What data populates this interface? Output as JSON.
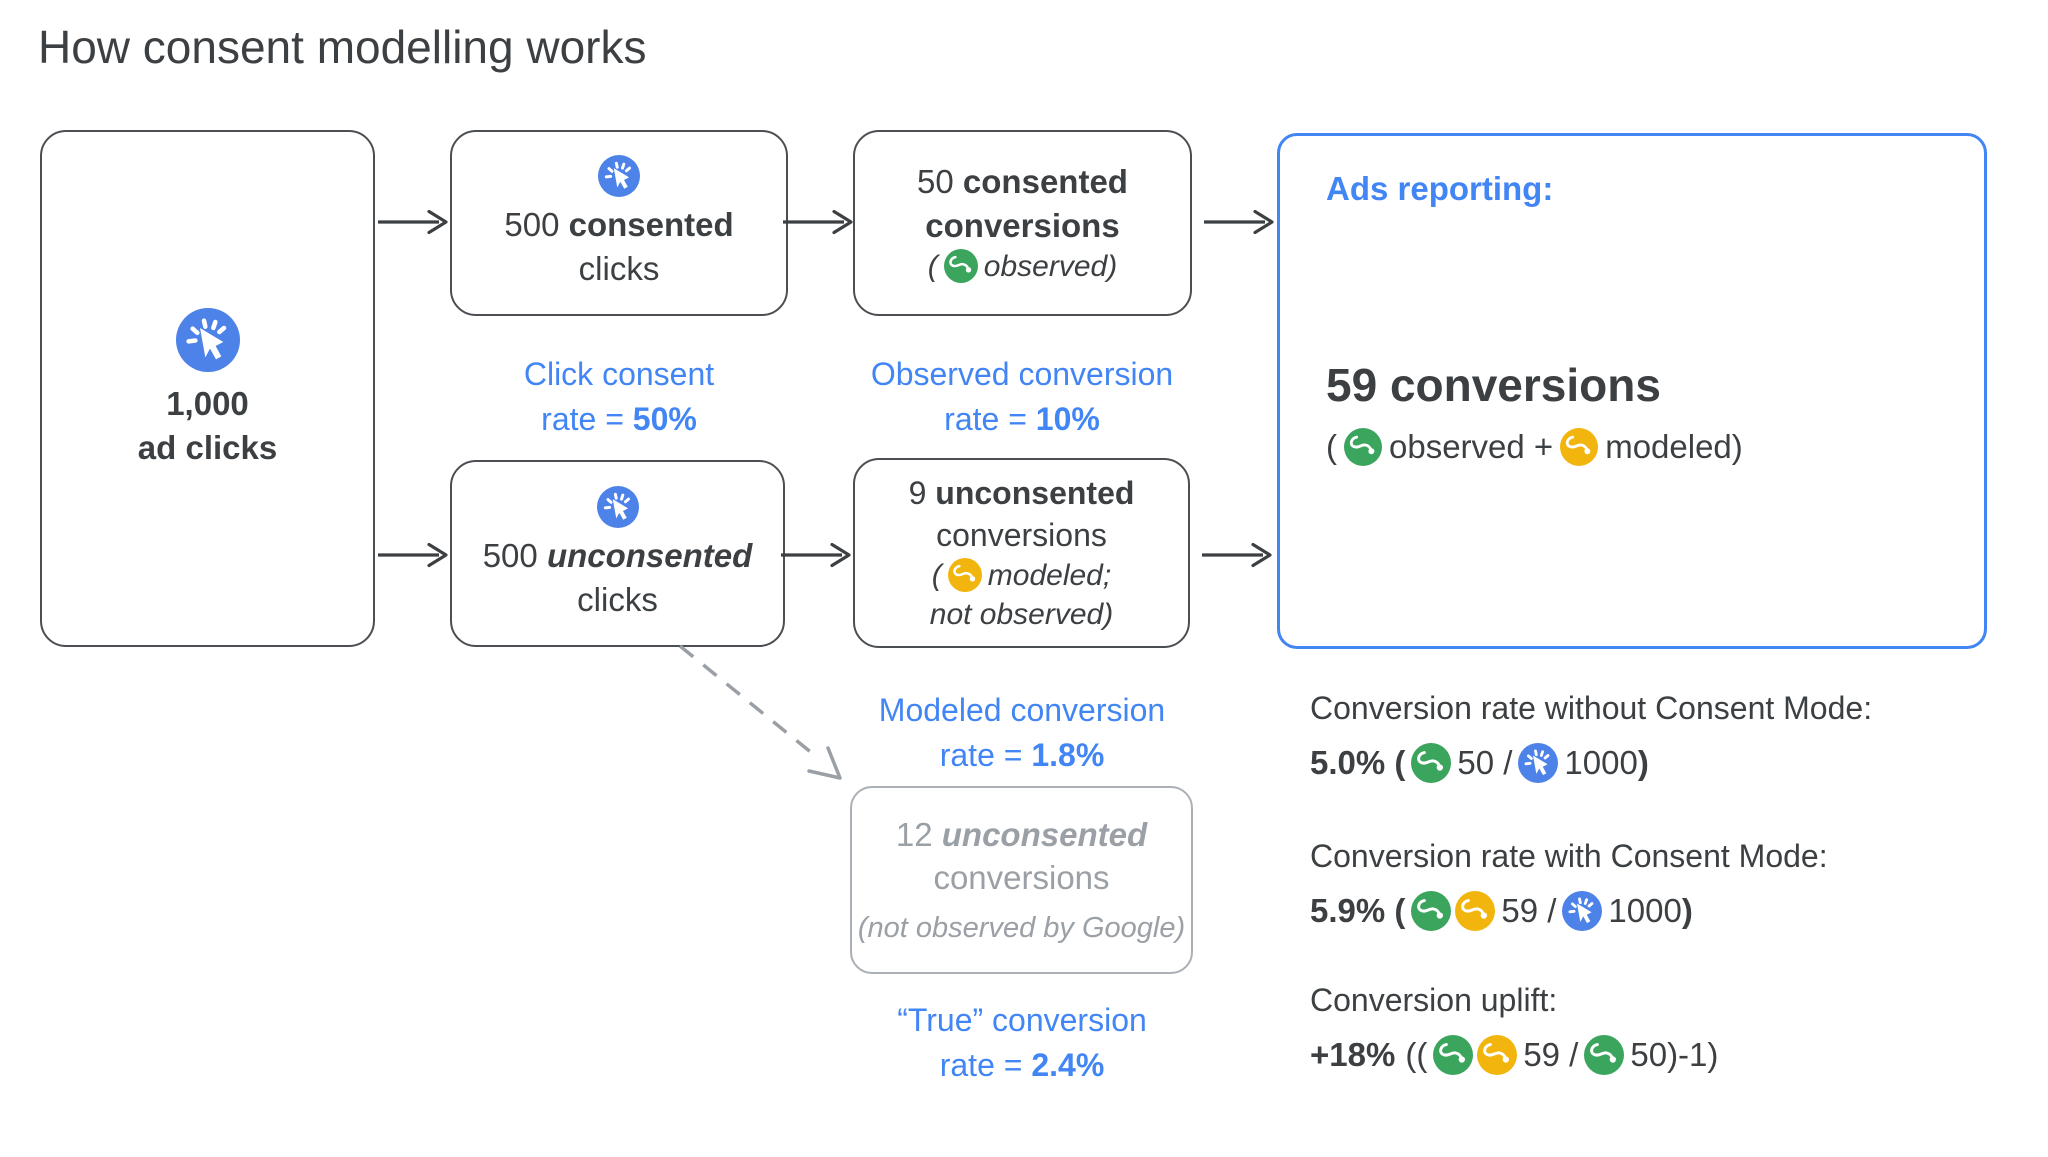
{
  "title": "How consent modelling works",
  "colors": {
    "accent_blue": "#4285f4",
    "icon_blue": "#4d82e8",
    "icon_green": "#3ba45d",
    "icon_yellow": "#f2b50e",
    "dark_text": "#3c4043",
    "gray_text": "#9aa0a6"
  },
  "boxes": {
    "ad_clicks": {
      "icon": "ad-click-icon",
      "line1": "1,000",
      "line2": "ad clicks"
    },
    "consented_clicks": {
      "icon": "ad-click-icon",
      "count": "500",
      "emph": "consented",
      "line2": "clicks"
    },
    "unconsented_clicks": {
      "icon": "ad-click-icon",
      "count": "500",
      "emph": "unconsented",
      "line2": "clicks"
    },
    "consented_conversions": {
      "count": "50",
      "emph": "consented",
      "line2": "conversions",
      "paren_open": "(",
      "icon": "conversion-observed-icon",
      "paren_text": "observed)"
    },
    "unconsented_conversions": {
      "count": "9",
      "emph": "unconsented",
      "line2": "conversions",
      "paren_open": "(",
      "icon": "conversion-modeled-icon",
      "paren_text": "modeled;",
      "paren_line2": "not observed)"
    },
    "lost_conversions": {
      "count": "12",
      "emph": "unconsented",
      "line2": "conversions",
      "note": "(not observed by Google)"
    }
  },
  "rates": {
    "click_consent": {
      "line1": "Click consent",
      "prefix": "rate = ",
      "value": "50%"
    },
    "observed": {
      "line1": "Observed conversion",
      "prefix": "rate = ",
      "value": "10%"
    },
    "modeled": {
      "line1": "Modeled conversion",
      "prefix": "rate = ",
      "value": "1.8%"
    },
    "true_rate": {
      "line1": "“True” conversion",
      "prefix": "rate = ",
      "value": "2.4%"
    }
  },
  "ads_reporting": {
    "heading": "Ads reporting:",
    "total": "59 conversions",
    "paren_open": "(",
    "observed_label": "observed +",
    "modeled_label": "modeled)"
  },
  "stats": {
    "without": {
      "label": "Conversion rate without Consent Mode:",
      "lead": "5.0% (",
      "numerator": "50 /",
      "denominator": "1000",
      "close": ")"
    },
    "with_mode": {
      "label": "Conversion rate with Consent Mode:",
      "lead": "5.9% (",
      "numerator": "59 /",
      "denominator": "1000",
      "close": ")"
    },
    "uplift": {
      "label": "Conversion uplift:",
      "lead": "+18%",
      "open": "((",
      "numerator": "59 /",
      "denominator": "50)-1)"
    }
  }
}
